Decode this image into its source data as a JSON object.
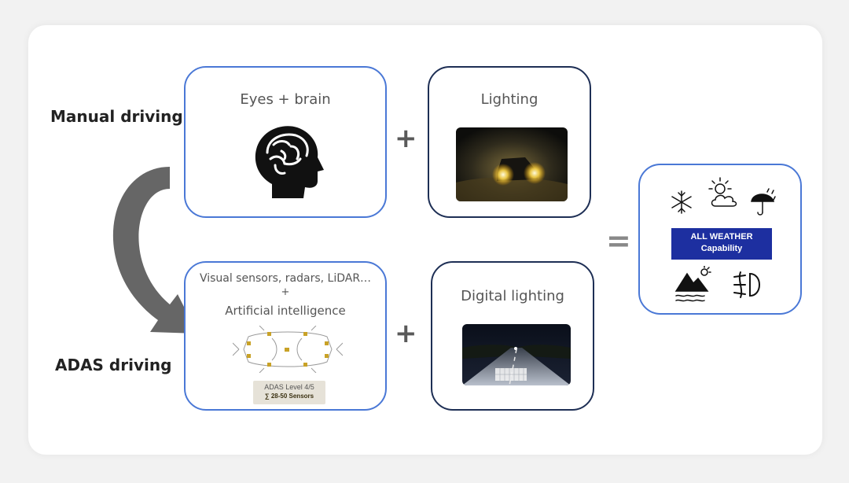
{
  "rows": {
    "manual_label": "Manual driving",
    "adas_label": "ADAS driving"
  },
  "boxes": {
    "eyes_brain": {
      "title": "Eyes + brain"
    },
    "lighting": {
      "title": "Lighting"
    },
    "sensors": {
      "line1": "Visual sensors, radars, LiDAR…",
      "plus": "+",
      "line2": "Artificial intelligence",
      "badge_line1": "ADAS Level 4/5",
      "badge_line2": "∑ 28-50 Sensors"
    },
    "digital_lighting": {
      "title": "Digital lighting"
    },
    "result": {
      "banner_line1": "ALL WEATHER",
      "banner_line2": "Capability"
    }
  },
  "operators": {
    "plus": "+",
    "equals": "="
  },
  "colors": {
    "accent_border": "#4a78d6",
    "dark_border": "#1e2f55",
    "banner_bg": "#1d2fa0",
    "arrow": "#666666"
  },
  "icons": {
    "brain": "head-brain-icon",
    "snow": "snowflake-icon",
    "sun_cloud": "sun-cloud-icon",
    "rain": "umbrella-rain-icon",
    "mountain": "mountain-sun-water-icon",
    "fog": "fog-light-icon"
  }
}
